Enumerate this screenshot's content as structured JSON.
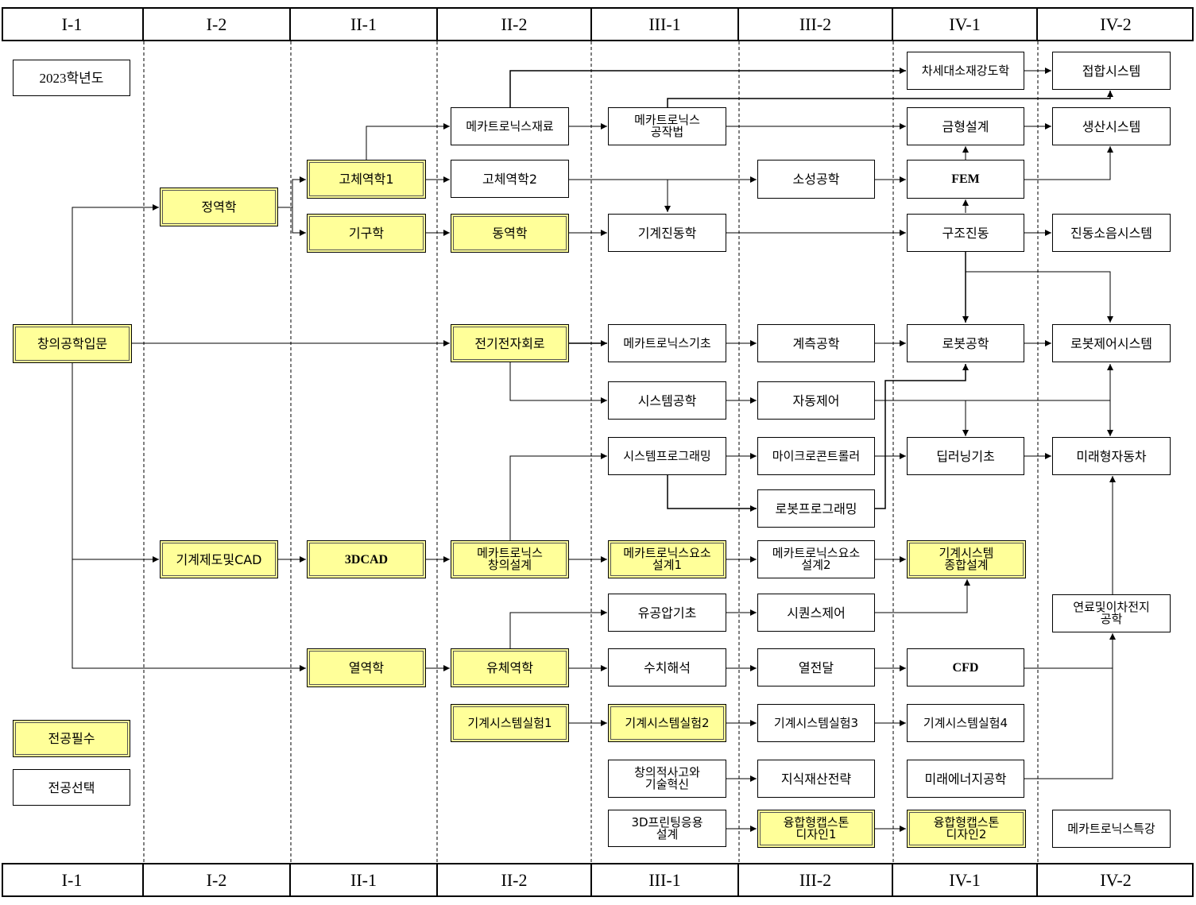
{
  "semesters": [
    "I-1",
    "I-2",
    "II-1",
    "II-2",
    "III-1",
    "III-2",
    "IV-1",
    "IV-2"
  ],
  "year_label": "2023학년도",
  "legend": {
    "required": "전공필수",
    "elective": "전공선택"
  },
  "colors": {
    "required_fill": "#ffff99",
    "line": "#000000"
  },
  "courses": {
    "c01": {
      "label": "창의공학입문",
      "required": true
    },
    "c02": {
      "label": "정역학",
      "required": true
    },
    "c03": {
      "label": "기계제도및CAD",
      "required": true
    },
    "c04": {
      "label": "고체역학1",
      "required": true
    },
    "c05": {
      "label": "기구학",
      "required": true
    },
    "c06": {
      "label": "3DCAD",
      "required": true
    },
    "c07": {
      "label": "열역학",
      "required": true
    },
    "c08": {
      "label": "메카트로닉스재료",
      "required": false
    },
    "c09": {
      "label": "고체역학2",
      "required": false
    },
    "c10": {
      "label": "동역학",
      "required": true
    },
    "c11": {
      "label": "전기전자회로",
      "required": true
    },
    "c12": {
      "label": "메카트로닉스\n창의설계",
      "required": true
    },
    "c13": {
      "label": "유체역학",
      "required": true
    },
    "c14": {
      "label": "기계시스템실험1",
      "required": true
    },
    "c15": {
      "label": "메카트로닉스\n공작법",
      "required": false
    },
    "c16": {
      "label": "기계진동학",
      "required": false
    },
    "c17": {
      "label": "메카트로닉스기초",
      "required": false
    },
    "c18": {
      "label": "시스템공학",
      "required": false
    },
    "c19": {
      "label": "시스템프로그래밍",
      "required": false
    },
    "c20": {
      "label": "메카트로닉스요소\n설계1",
      "required": true
    },
    "c21": {
      "label": "유공압기초",
      "required": false
    },
    "c22": {
      "label": "수치해석",
      "required": false
    },
    "c23": {
      "label": "기계시스템실험2",
      "required": true
    },
    "c24": {
      "label": "창의적사고와\n기술혁신",
      "required": false
    },
    "c25": {
      "label": "3D프린팅응용\n설계",
      "required": false
    },
    "c26": {
      "label": "소성공학",
      "required": false
    },
    "c27": {
      "label": "계측공학",
      "required": false
    },
    "c28": {
      "label": "자동제어",
      "required": false
    },
    "c29": {
      "label": "마이크로콘트롤러",
      "required": false
    },
    "c30": {
      "label": "로봇프로그래밍",
      "required": false
    },
    "c31": {
      "label": "메카트로닉스요소\n설계2",
      "required": false
    },
    "c32": {
      "label": "시퀀스제어",
      "required": false
    },
    "c33": {
      "label": "열전달",
      "required": false
    },
    "c34": {
      "label": "기계시스템실험3",
      "required": false
    },
    "c35": {
      "label": "지식재산전략",
      "required": false
    },
    "c36": {
      "label": "융합형캡스톤\n디자인1",
      "required": true
    },
    "c37": {
      "label": "차세대소재강도학",
      "required": false
    },
    "c38": {
      "label": "금형설계",
      "required": false
    },
    "c39": {
      "label": "FEM",
      "required": false
    },
    "c40": {
      "label": "구조진동",
      "required": false
    },
    "c41": {
      "label": "로봇공학",
      "required": false
    },
    "c42": {
      "label": "딥러닝기초",
      "required": false
    },
    "c43": {
      "label": "기계시스템\n종합설계",
      "required": true
    },
    "c44": {
      "label": "CFD",
      "required": false
    },
    "c45": {
      "label": "기계시스템실험4",
      "required": false
    },
    "c46": {
      "label": "미래에너지공학",
      "required": false
    },
    "c47": {
      "label": "융합형캡스톤\n디자인2",
      "required": true
    },
    "c48": {
      "label": "접합시스템",
      "required": false
    },
    "c49": {
      "label": "생산시스템",
      "required": false
    },
    "c50": {
      "label": "진동소음시스템",
      "required": false
    },
    "c51": {
      "label": "로봇제어시스템",
      "required": false
    },
    "c52": {
      "label": "미래형자동차",
      "required": false
    },
    "c53": {
      "label": "연료및이차전지\n공학",
      "required": false
    },
    "c54": {
      "label": "메카트로닉스특강",
      "required": false
    }
  }
}
